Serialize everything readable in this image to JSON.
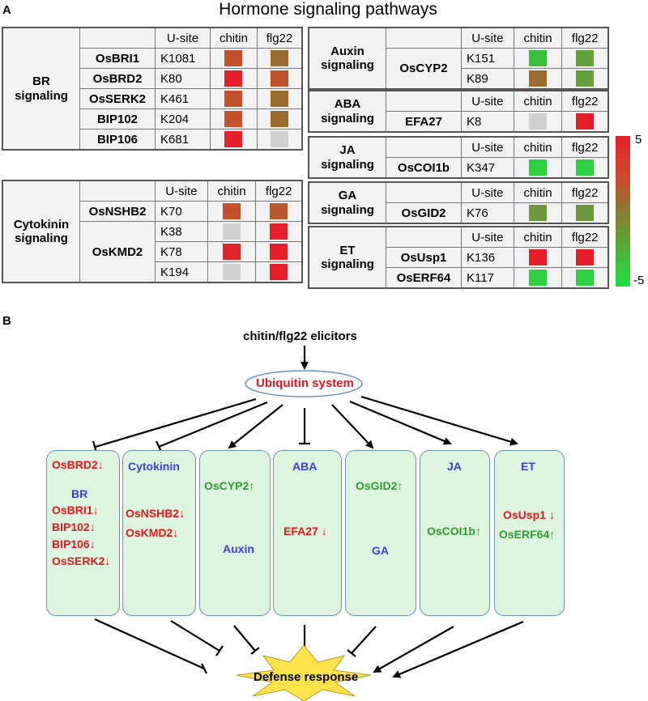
{
  "panel_a": {
    "label": "A",
    "title": "Hormone signaling pathways",
    "headers": {
      "site": "U-site",
      "chitin": "chitin",
      "flg22": "flg22"
    },
    "br": {
      "group": "BR signaling",
      "rows": [
        {
          "gene": "OsBRI1",
          "site": "K1081",
          "chitin": "#c4502e",
          "flg22": "#9b6a2e"
        },
        {
          "gene": "OsBRD2",
          "site": "K80",
          "chitin": "#e41f29",
          "flg22": "#c0502c"
        },
        {
          "gene": "OsSERK2",
          "site": "K461",
          "chitin": "#c4502e",
          "flg22": "#9b6a2e"
        },
        {
          "gene": "BIP102",
          "site": "K204",
          "chitin": "#c4502e",
          "flg22": "#9b6a2e"
        },
        {
          "gene": "BIP106",
          "site": "K681",
          "chitin": "#e41f29",
          "flg22": "#cfcfcf"
        }
      ]
    },
    "cyto": {
      "group": "Cytokinin signaling",
      "genes": [
        "OsNSHB2",
        "OsKMD2"
      ],
      "rows": [
        {
          "site": "K70",
          "chitin": "#c4502e",
          "flg22": "#b85a2e"
        },
        {
          "site": "K38",
          "chitin": "#cfcfcf",
          "flg22": "#e41f29"
        },
        {
          "site": "K78",
          "chitin": "#e0262a",
          "flg22": "#e41f29"
        },
        {
          "site": "K194",
          "chitin": "#cfcfcf",
          "flg22": "#e41f29"
        }
      ]
    },
    "auxin": {
      "group": "Auxin signaling",
      "gene": "OsCYP2",
      "rows": [
        {
          "site": "K151",
          "chitin": "#3dbd3d",
          "flg22": "#63a23b"
        },
        {
          "site": "K89",
          "chitin": "#9b6a2e",
          "flg22": "#63a23b"
        }
      ]
    },
    "aba": {
      "group": "ABA signaling",
      "gene": "EFA27",
      "site": "K8",
      "chitin": "#cfcfcf",
      "flg22": "#e41f29"
    },
    "ja": {
      "group": "JA signaling",
      "gene": "OsCOI1b",
      "site": "K347",
      "chitin": "#2fd040",
      "flg22": "#2fd040"
    },
    "ga": {
      "group": "GA signaling",
      "gene": "OsGID2",
      "site": "K76",
      "chitin": "#6c963a",
      "flg22": "#6c963a"
    },
    "et": {
      "group": "ET signaling",
      "rows": [
        {
          "gene": "OsUsp1",
          "site": "K136",
          "chitin": "#e41f29",
          "flg22": "#e41f29"
        },
        {
          "gene": "OsERF64",
          "site": "K117",
          "chitin": "#2fd040",
          "flg22": "#2fd040"
        }
      ]
    },
    "colorbar": {
      "max": "5",
      "min": "-5"
    }
  },
  "panel_b": {
    "label": "B",
    "elicitors": "chitin/flg22 elicitors",
    "ubiquitin": "Ubiquitin system",
    "defense": "Defense response",
    "boxes": [
      {
        "key": "br",
        "items": [
          "OsBRD2",
          "BR",
          "OsBRI1",
          "BIP102",
          "BIP106",
          "OsSERK2"
        ]
      },
      {
        "key": "cyto",
        "items": [
          "Cytokinin",
          "OsNSHB2",
          "OsKMD2"
        ]
      },
      {
        "key": "auxin",
        "items": [
          "OsCYP2",
          "Auxin"
        ]
      },
      {
        "key": "aba",
        "items": [
          "ABA",
          "EFA27"
        ]
      },
      {
        "key": "ga",
        "items": [
          "OsGID2",
          "GA"
        ]
      },
      {
        "key": "ja",
        "items": [
          "JA",
          "OsCOI1b"
        ]
      },
      {
        "key": "et",
        "items": [
          "ET",
          "OsUsp1",
          "OsERF64"
        ]
      }
    ],
    "arrows": {
      "up": "↑",
      "down": "↓"
    }
  }
}
